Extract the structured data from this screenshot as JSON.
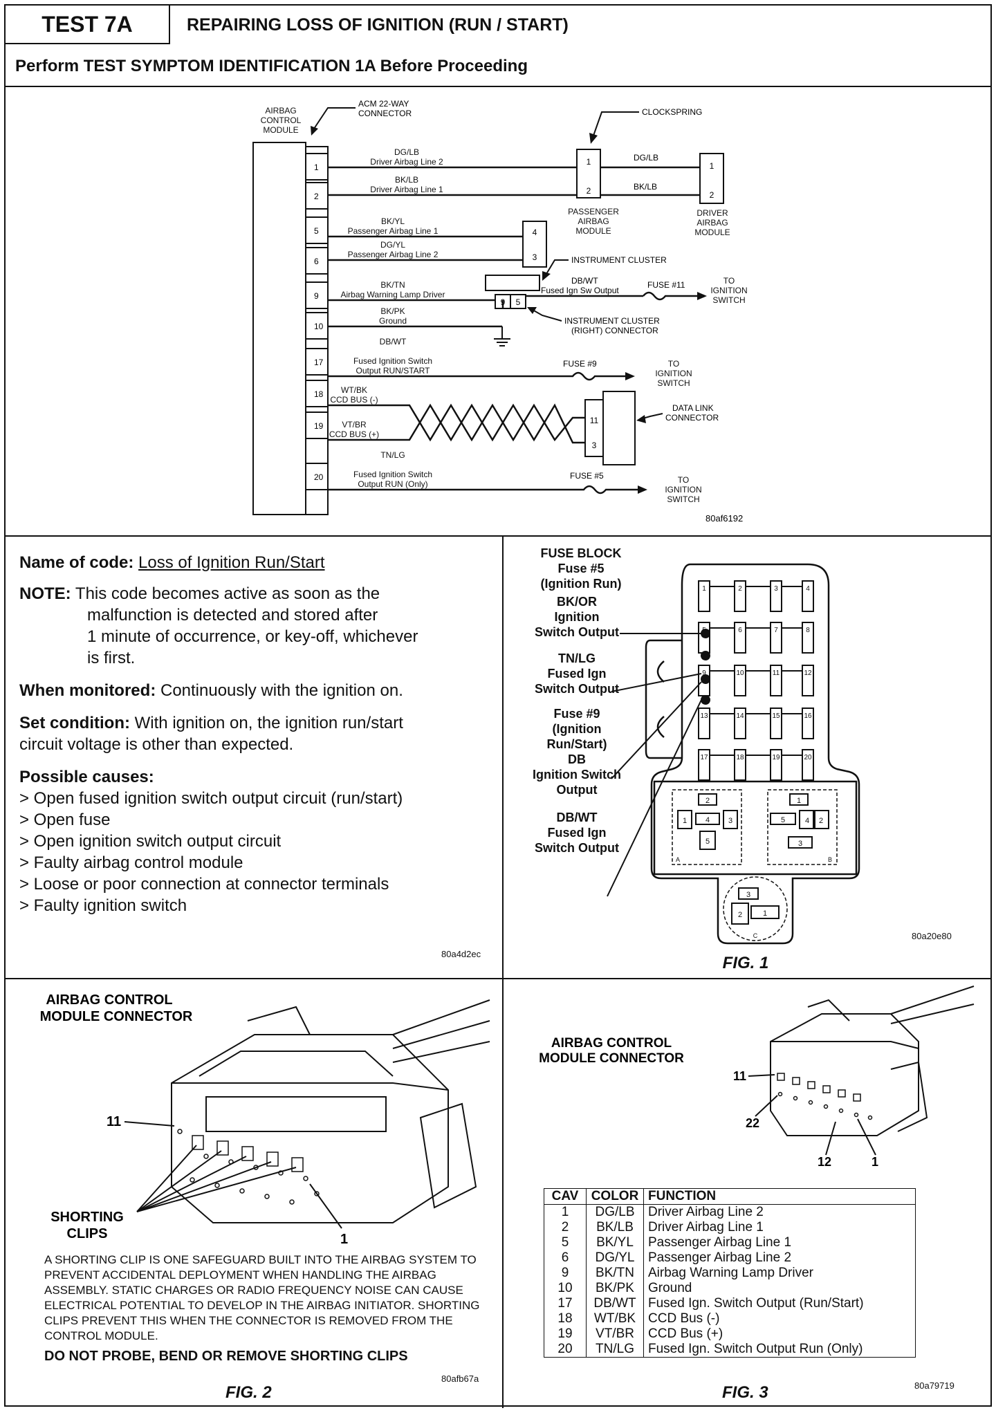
{
  "header": {
    "test_number": "TEST 7A",
    "test_title": "REPAIRING LOSS OF IGNITION (RUN / START)",
    "procedure": "Perform TEST SYMPTOM IDENTIFICATION 1A Before Proceeding"
  },
  "schematic": {
    "module_label": [
      "AIRBAG",
      "CONTROL",
      "MODULE"
    ],
    "connector_label": [
      "ACM 22-WAY",
      "CONNECTOR"
    ],
    "clockspring": "CLOCKSPRING",
    "pins": [
      "1",
      "2",
      "5",
      "6",
      "9",
      "10",
      "17",
      "18",
      "19",
      "20"
    ],
    "wires": [
      {
        "color": "DG/LB",
        "desc": "Driver Airbag Line 2"
      },
      {
        "color": "BK/LB",
        "desc": "Driver Airbag Line 1"
      },
      {
        "color": "BK/YL",
        "desc": "Passenger Airbag Line 1"
      },
      {
        "color": "DG/YL",
        "desc": "Passenger Airbag Line 2"
      },
      {
        "color": "BK/TN",
        "desc": "Airbag Warning Lamp Driver"
      },
      {
        "color": "BK/PK",
        "desc": "Ground"
      },
      {
        "color": "DB/WT",
        "desc": "Fused Ignition Switch",
        "desc2": "Output RUN/START"
      },
      {
        "color": "WT/BK",
        "desc": "CCD BUS (-)"
      },
      {
        "color": "VT/BR",
        "desc": "CCD BUS (+)"
      },
      {
        "color": "TN/LG",
        "desc": "Fused Ignition Switch",
        "desc2": "Output RUN (Only)"
      }
    ],
    "clockspring_out": [
      "DG/LB",
      "BK/LB"
    ],
    "passenger_module": [
      "PASSENGER",
      "AIRBAG",
      "MODULE"
    ],
    "driver_module": [
      "DRIVER",
      "AIRBAG",
      "MODULE"
    ],
    "instrument_cluster": "INSTRUMENT CLUSTER",
    "cluster_out_color": "DB/WT",
    "cluster_out_desc": "Fused Ign Sw Output",
    "fuse11": "FUSE #11",
    "fuse9": "FUSE #9",
    "fuse5": "FUSE #5",
    "to_ign": [
      "TO",
      "IGNITION",
      "SWITCH"
    ],
    "cluster_conn": [
      "INSTRUMENT CLUSTER",
      "(RIGHT) CONNECTOR"
    ],
    "data_link": [
      "DATA LINK",
      "CONNECTOR"
    ],
    "ref": "80af6192"
  },
  "code_info": {
    "name_label": "Name of code:",
    "name_value": "Loss of Ignition Run/Start",
    "note_label": "NOTE:",
    "note_text_1": "This code becomes active as soon as the",
    "note_text_2": "malfunction is detected and stored after",
    "note_text_3": "1 minute of occurrence, or key-off, whichever",
    "note_text_4": "is first.",
    "monitored_label": "When monitored:",
    "monitored_value": "Continuously with the ignition on.",
    "set_label": "Set condition:",
    "set_value_1": "With ignition on, the ignition run/start",
    "set_value_2": "circuit voltage is other than expected.",
    "causes_label": "Possible causes:",
    "causes": [
      "> Open fused ignition switch output circuit (run/start)",
      "> Open fuse",
      "> Open ignition switch output circuit",
      "> Faulty airbag control module",
      "> Loose or poor connection at connector terminals",
      "> Faulty ignition switch"
    ],
    "ref": "80a4d2ec"
  },
  "fig1": {
    "labels": [
      "FUSE BLOCK",
      "Fuse #5",
      "(Ignition Run)",
      "BK/OR",
      "Ignition",
      "Switch Output",
      "TN/LG",
      "Fused Ign",
      "Switch Output",
      "Fuse #9",
      "(Ignition",
      "Run/Start)",
      "DB",
      "Ignition Switch",
      "Output",
      "DB/WT",
      "Fused Ign",
      "Switch Output"
    ],
    "fuse_numbers": [
      "1",
      "2",
      "3",
      "4",
      "5",
      "6",
      "7",
      "8",
      "9",
      "10",
      "11",
      "12",
      "13",
      "14",
      "15",
      "16",
      "17",
      "18",
      "19",
      "20"
    ],
    "relay_a": [
      "2",
      "1",
      "4",
      "3",
      "5",
      "A"
    ],
    "relay_b": [
      "1",
      "5",
      "4",
      "2",
      "3",
      "B"
    ],
    "relay_c": [
      "3",
      "2",
      "1",
      "C"
    ],
    "caption": "FIG. 1",
    "ref": "80a20e80"
  },
  "fig2": {
    "title_1": "AIRBAG CONTROL",
    "title_2": "MODULE CONNECTOR",
    "pin_11": "11",
    "pin_1": "1",
    "clips_1": "SHORTING",
    "clips_2": "CLIPS",
    "note": "A SHORTING CLIP IS ONE SAFEGUARD BUILT INTO THE AIRBAG SYSTEM TO PREVENT ACCIDENTAL DEPLOYMENT WHEN HANDLING THE AIRBAG ASSEMBLY. STATIC CHARGES OR RADIO FREQUENCY NOISE CAN CAUSE ELECTRICAL POTENTIAL TO DEVELOP IN THE AIRBAG INITIATOR. SHORTING CLIPS PREVENT THIS WHEN THE CONNECTOR IS REMOVED FROM THE CONTROL MODULE.",
    "warning": "DO NOT PROBE, BEND OR REMOVE SHORTING CLIPS",
    "caption": "FIG. 2",
    "ref": "80afb67a"
  },
  "fig3": {
    "title_1": "AIRBAG CONTROL",
    "title_2": "MODULE CONNECTOR",
    "pin_11": "11",
    "pin_22": "22",
    "pin_12": "12",
    "pin_1": "1",
    "headers": [
      "CAV",
      "COLOR",
      "FUNCTION"
    ],
    "rows": [
      [
        "1",
        "DG/LB",
        "Driver Airbag Line 2"
      ],
      [
        "2",
        "BK/LB",
        "Driver Airbag Line 1"
      ],
      [
        "5",
        "BK/YL",
        "Passenger Airbag Line 1"
      ],
      [
        "6",
        "DG/YL",
        "Passenger Airbag Line 2"
      ],
      [
        "9",
        "BK/TN",
        "Airbag Warning Lamp Driver"
      ],
      [
        "10",
        "BK/PK",
        "Ground"
      ],
      [
        "17",
        "DB/WT",
        "Fused Ign. Switch Output (Run/Start)"
      ],
      [
        "18",
        "WT/BK",
        "CCD Bus (-)"
      ],
      [
        "19",
        "VT/BR",
        "CCD Bus (+)"
      ],
      [
        "20",
        "TN/LG",
        "Fused Ign. Switch Output Run (Only)"
      ]
    ],
    "caption": "FIG. 3",
    "ref": "80a79719"
  }
}
